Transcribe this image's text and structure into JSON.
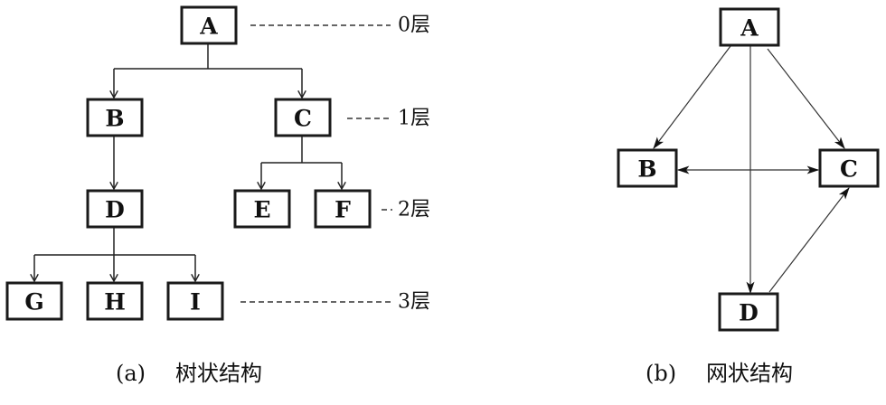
{
  "tree": {
    "caption_tag": "(a)",
    "caption_text": "树状结构",
    "nodes": {
      "A": "A",
      "B": "B",
      "C": "C",
      "D": "D",
      "E": "E",
      "F": "F",
      "G": "G",
      "H": "H",
      "I": "I"
    },
    "edges": [
      [
        "A",
        "B"
      ],
      [
        "A",
        "C"
      ],
      [
        "B",
        "D"
      ],
      [
        "C",
        "E"
      ],
      [
        "C",
        "F"
      ],
      [
        "D",
        "G"
      ],
      [
        "D",
        "H"
      ],
      [
        "D",
        "I"
      ]
    ],
    "levels": [
      {
        "index": 0,
        "label": "0层",
        "nodes": [
          "A"
        ]
      },
      {
        "index": 1,
        "label": "1层",
        "nodes": [
          "B",
          "C"
        ]
      },
      {
        "index": 2,
        "label": "2层",
        "nodes": [
          "D",
          "E",
          "F"
        ]
      },
      {
        "index": 3,
        "label": "3层",
        "nodes": [
          "G",
          "H",
          "I"
        ]
      }
    ]
  },
  "network": {
    "caption_tag": "(b)",
    "caption_text": "网状结构",
    "nodes": {
      "A": "A",
      "B": "B",
      "C": "C",
      "D": "D"
    },
    "edges": [
      {
        "from": "A",
        "to": "B",
        "direction": "forward"
      },
      {
        "from": "A",
        "to": "C",
        "direction": "forward"
      },
      {
        "from": "A",
        "to": "D",
        "direction": "forward"
      },
      {
        "from": "B",
        "to": "C",
        "direction": "both"
      },
      {
        "from": "D",
        "to": "C",
        "direction": "forward"
      }
    ]
  }
}
